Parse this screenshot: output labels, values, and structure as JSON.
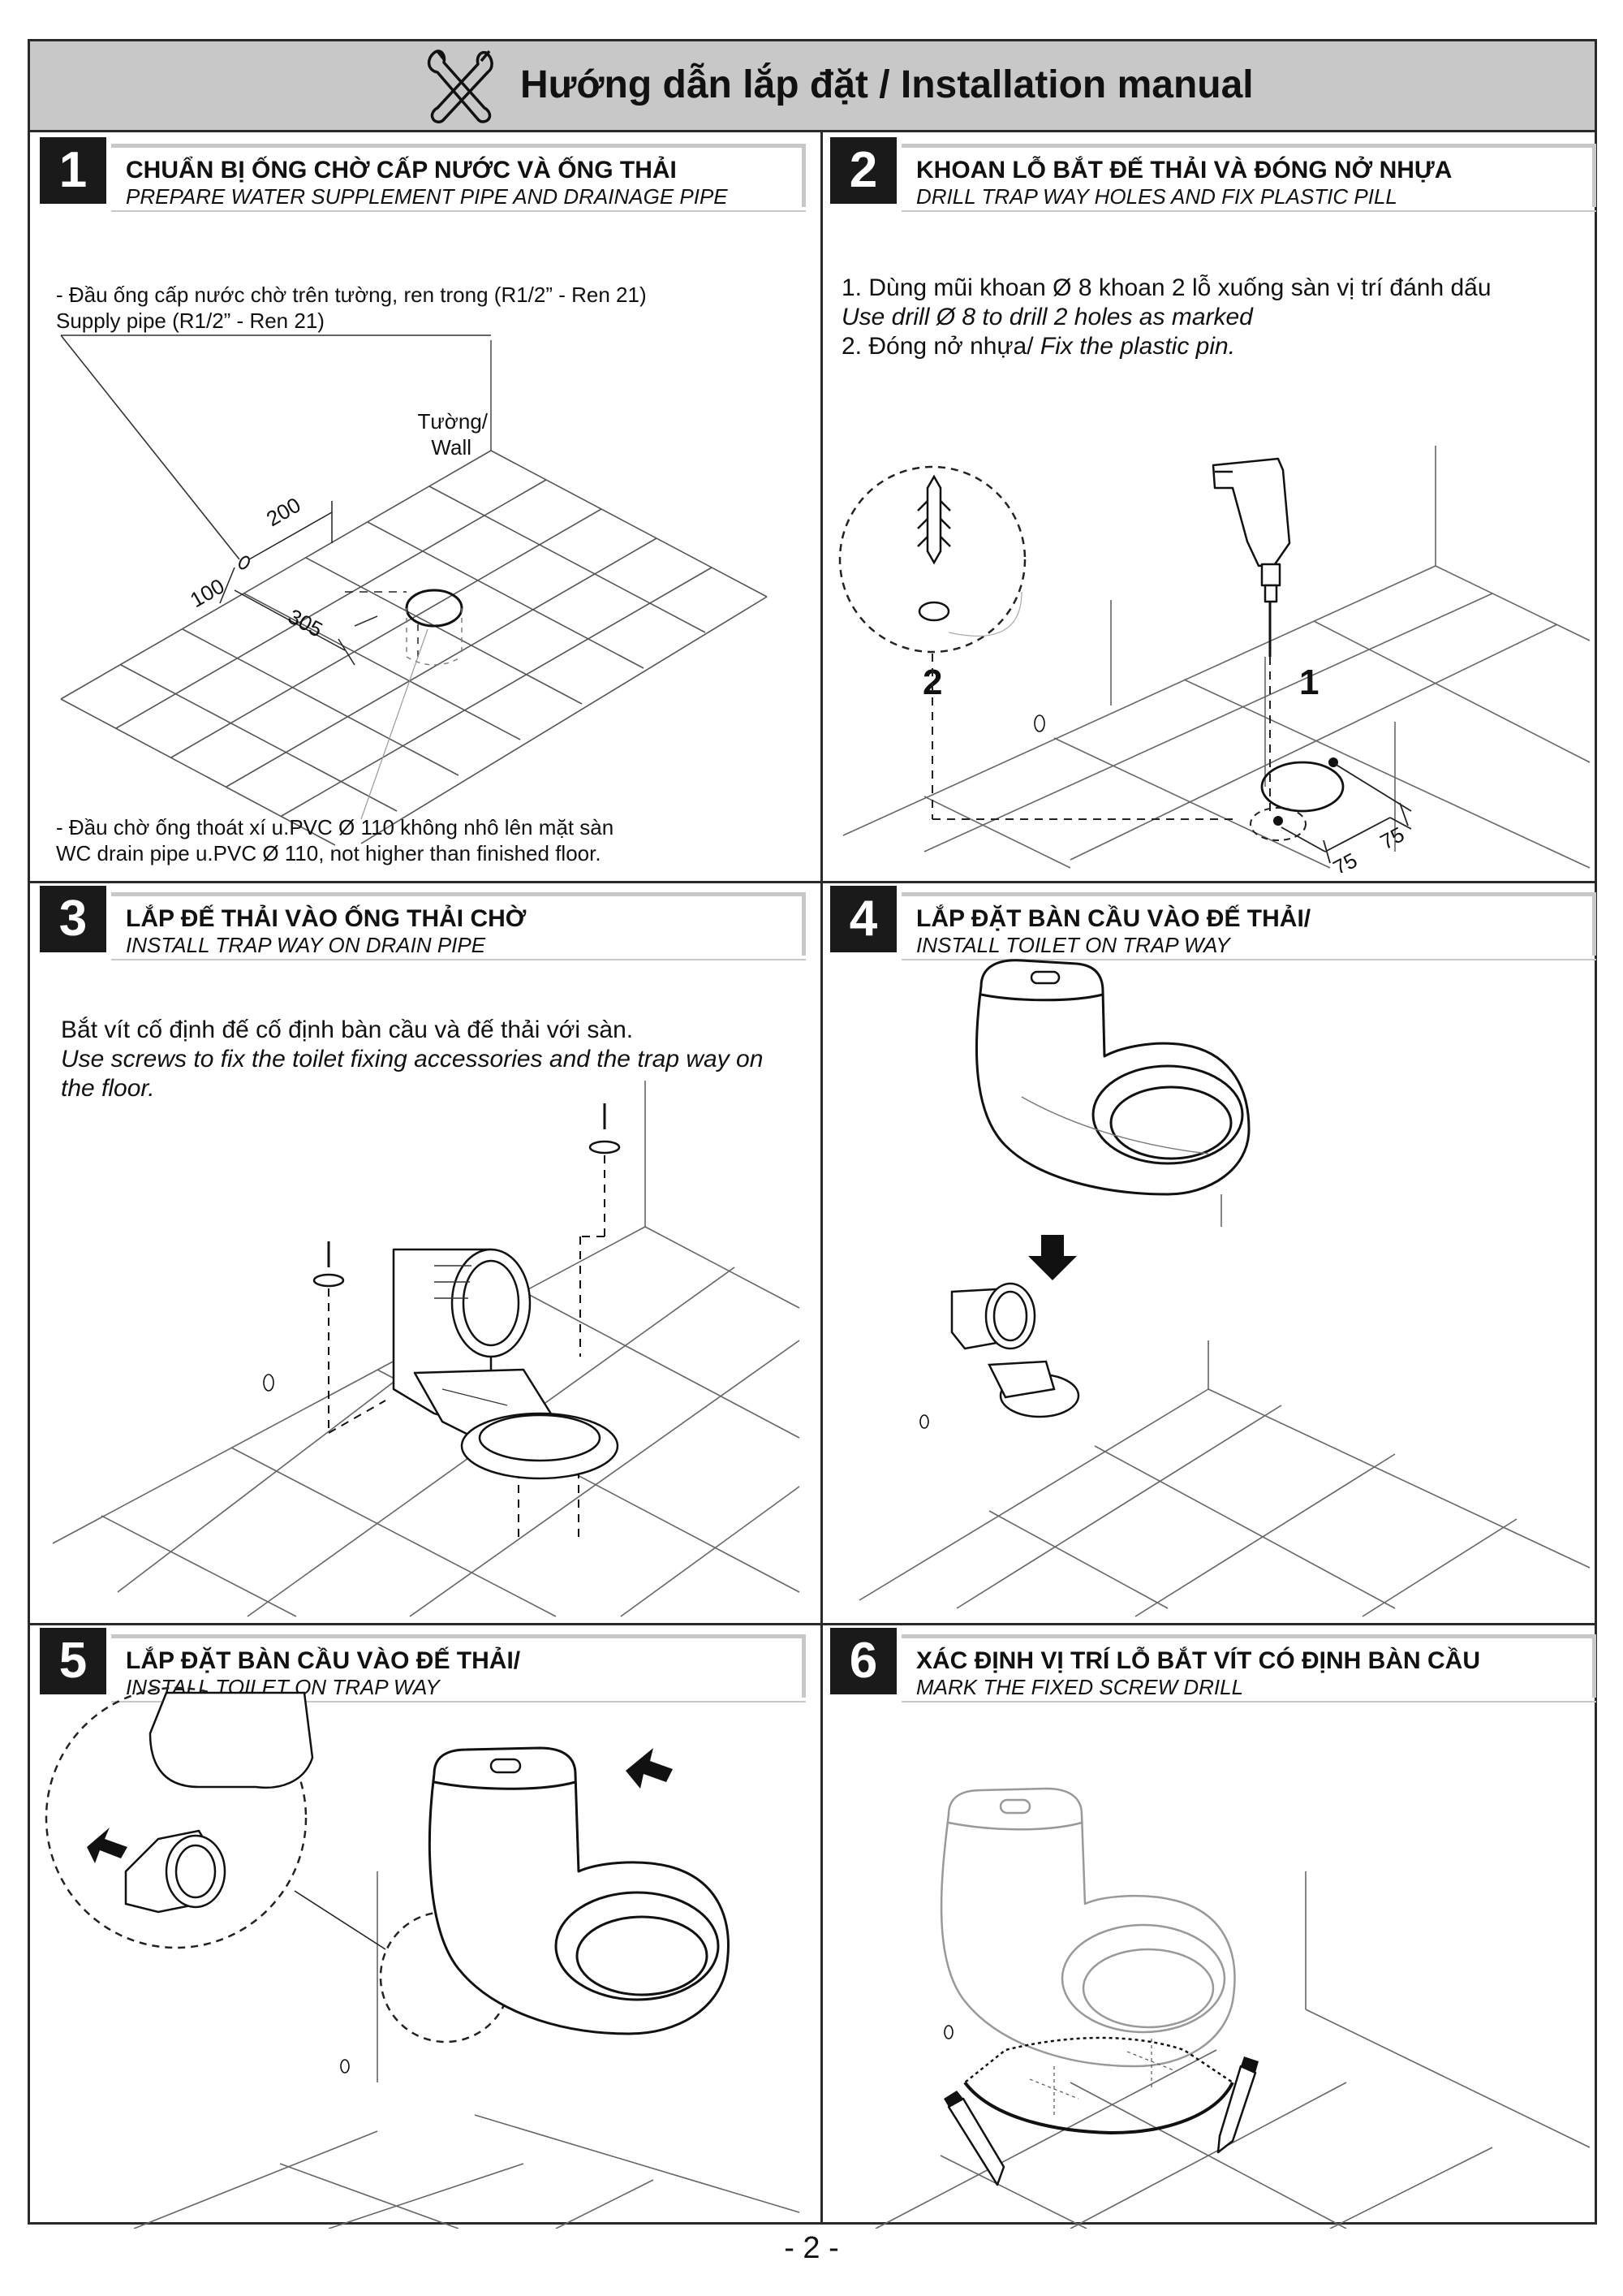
{
  "header": {
    "title": "Hướng dẫn lắp đặt / Installation manual"
  },
  "steps": [
    {
      "num": "1",
      "title_vn": "CHUẨN BỊ ỐNG CHỜ CẤP NƯỚC VÀ ỐNG THẢI",
      "title_en": "PREPARE WATER SUPPLEMENT PIPE AND DRAINAGE PIPE",
      "note_top_vn": "- Đầu ống cấp nước chờ trên tường, ren trong (R1/2” - Ren 21)",
      "note_top_en": "Supply pipe (R1/2” - Ren 21)",
      "wall_label_vn": "Tường/",
      "wall_label_en": "Wall",
      "dim_200": "200",
      "dim_100": "100",
      "dim_305": "305",
      "note_bottom_vn": "- Đầu chờ ống thoát xí u.PVC Ø  110 không nhô lên mặt sàn",
      "note_bottom_en": "WC drain pipe u.PVC Ø  110, not higher than finished floor."
    },
    {
      "num": "2",
      "title_vn": "KHOAN LỖ BẮT ĐẾ THẢI VÀ ĐÓNG NỞ NHỰA",
      "title_en": "DRILL TRAP WAY HOLES AND FIX PLASTIC PILL",
      "line1_vn": "1. Dùng mũi khoan Ø  8 khoan 2 lỗ xuống sàn vị trí đánh dấu",
      "line1_en": "Use drill Ø  8 to drill 2 holes as marked",
      "line2_vn": "2. Đóng nở nhựa/ ",
      "line2_en": "Fix the plastic pin.",
      "callout_1": "1",
      "callout_2": "2",
      "dim_75a": "75",
      "dim_75b": "75"
    },
    {
      "num": "3",
      "title_vn": "LẮP ĐẾ THẢI VÀO ỐNG THẢI CHỜ",
      "title_en": "INSTALL TRAP WAY ON DRAIN PIPE",
      "line1_vn": "Bắt vít cố định đế cố định bàn cầu và đế thải với sàn.",
      "line2_en": "Use screws to fix the toilet fixing accessories and the trap way on",
      "line3_en": "the floor."
    },
    {
      "num": "4",
      "title_vn": "LẮP ĐẶT BÀN CẦU VÀO ĐẾ THẢI/",
      "title_en": "INSTALL TOILET ON TRAP WAY"
    },
    {
      "num": "5",
      "title_vn": "LẮP ĐẶT BÀN CẦU VÀO ĐẾ THẢI/",
      "title_en": "INSTALL TOILET ON TRAP WAY"
    },
    {
      "num": "6",
      "title_vn": "XÁC ĐỊNH VỊ TRÍ LỖ BẮT VÍT CÓ ĐỊNH BÀN CẦU",
      "title_en": "MARK THE FIXED SCREW DRILL"
    }
  ],
  "footer": {
    "page": "- 2 -"
  }
}
